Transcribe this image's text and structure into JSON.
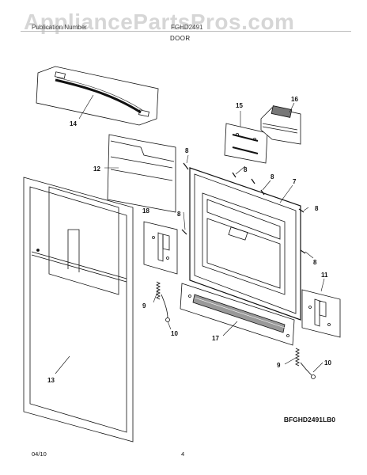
{
  "watermark": "AppliancePartsPros.com",
  "header": {
    "left_text": "Publication Number",
    "right_text": "FGHD2491",
    "section_title": "DOOR"
  },
  "diagram_ref": "BFGHD2491LB0",
  "footer": {
    "date": "04/10",
    "page_number": "4"
  },
  "callouts": {
    "c14": "14",
    "c12": "12",
    "c13": "13",
    "c15": "15",
    "c16": "16",
    "c8a": "8",
    "c8b": "8",
    "c8c": "8",
    "c8d": "8",
    "c8e": "8",
    "c8f": "8",
    "c7": "7",
    "c18": "18",
    "c9a": "9",
    "c10a": "10",
    "c17": "17",
    "c11": "11",
    "c9b": "9",
    "c10b": "10"
  }
}
